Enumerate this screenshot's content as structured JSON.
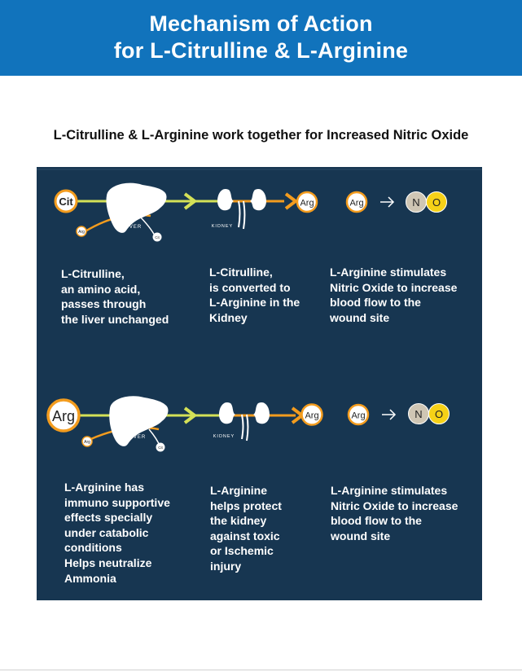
{
  "header": {
    "title_line1": "Mechanism of Action",
    "title_line2": "for L-Citrulline & L-Arginine"
  },
  "subtitle": "L-Citrulline & L-Arginine work together for Increased Nitric Oxide",
  "colors": {
    "header_bg": "#1173bc",
    "panel_bg": "#173651",
    "arrow_yellow": "#d4e157",
    "arrow_orange": "#f39c1e",
    "no_n_fill": "#cfc6b4",
    "no_o_fill": "#f6d117"
  },
  "row1": {
    "start_badge": "Cit",
    "liver_small_left": "Arg",
    "liver_small_right": "Cit",
    "liver_label": "LIVER",
    "kidney_label": "KIDNEY",
    "kidney_out_badge": "Arg",
    "no_in_badge": "Arg",
    "no_n": "N",
    "no_o": "O",
    "desc1": "L-Citrulline,\nan amino acid,\npasses through\nthe liver unchanged",
    "desc2": "L-Citrulline,\nis converted to\nL-Arginine in the\nKidney",
    "desc3": "L-Arginine stimulates\nNitric Oxide to increase\nblood flow to the\nwound site"
  },
  "row2": {
    "start_badge": "Arg",
    "liver_small_left": "Arg",
    "liver_small_right": "Cit",
    "liver_label": "LIVER",
    "kidney_label": "KIDNEY",
    "kidney_out_badge": "Arg",
    "no_in_badge": "Arg",
    "no_n": "N",
    "no_o": "O",
    "desc1": "L-Arginine has\nimmuno supportive\neffects specially\nunder catabolic\nconditions\nHelps neutralize\nAmmonia",
    "desc2": "L-Arginine\nhelps protect\nthe kidney\nagainst toxic\nor Ischemic\ninjury",
    "desc3": "L-Arginine stimulates\nNitric Oxide to increase\nblood flow to the\nwound site"
  }
}
